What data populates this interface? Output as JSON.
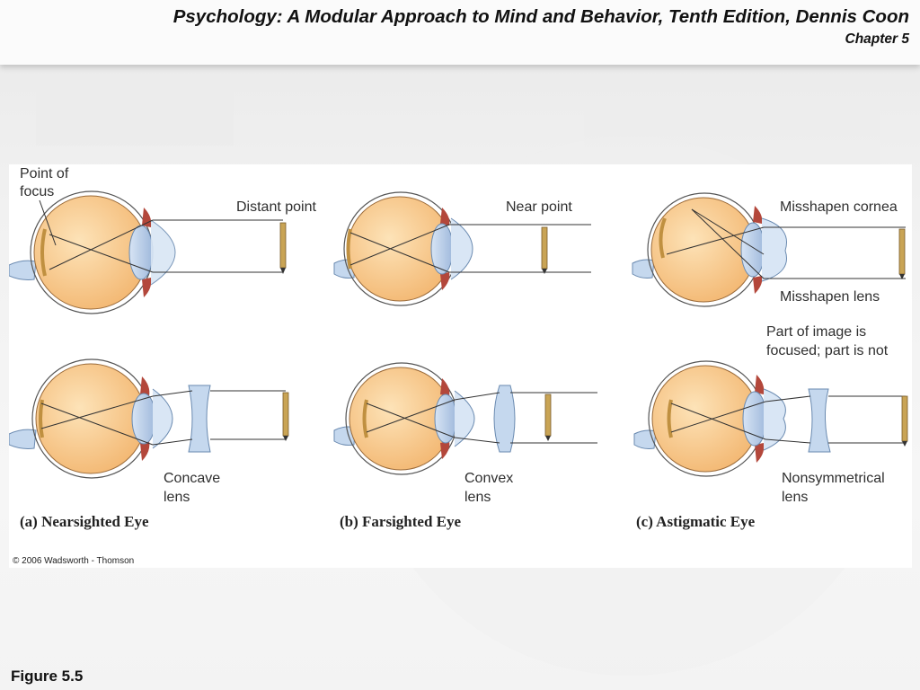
{
  "header": {
    "title": "Psychology: A Modular Approach to Mind and Behavior, Tenth Edition, Dennis Coon",
    "chapter": "Chapter 5"
  },
  "figure": {
    "labels": {
      "point_of_focus_1": "Point of",
      "point_of_focus_2": "focus",
      "distant_point": "Distant point",
      "near_point": "Near point",
      "misshapen_cornea": "Misshapen cornea",
      "misshapen_lens": "Misshapen lens",
      "part_image_1": "Part of image is",
      "part_image_2": "focused; part is not",
      "concave_1": "Concave",
      "concave_2": "lens",
      "convex_1": "Convex",
      "convex_2": "lens",
      "nonsym_1": "Nonsymmetrical",
      "nonsym_2": "lens"
    },
    "captions": {
      "a": "(a) Nearsighted Eye",
      "b": "(b) Farsighted Eye",
      "c": "(c) Astigmatic Eye"
    },
    "copyright": "© 2006 Wadsworth - Thomson"
  },
  "footer": {
    "figure_label": "Figure 5.5"
  },
  "colors": {
    "eyeball": "#f6c88e",
    "lens": "#b7cde8",
    "muscle": "#b3473b",
    "pencil": "#c9a455"
  }
}
